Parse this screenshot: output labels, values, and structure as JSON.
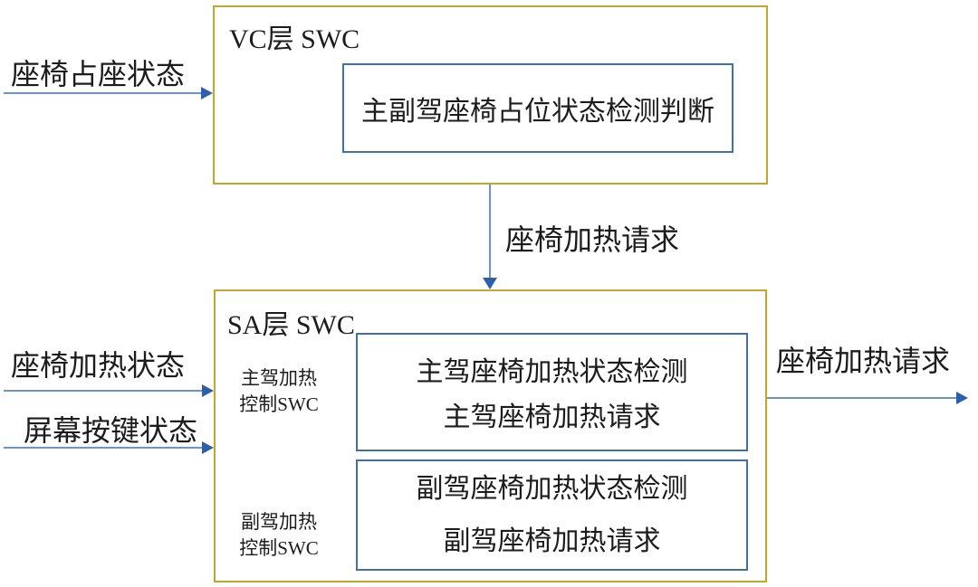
{
  "vc_box": {
    "title": "VC层 SWC",
    "component": "主副驾座椅占位状态检测判断"
  },
  "sa_box": {
    "title": "SA层 SWC",
    "driver_swc_label": {
      "line1": "主驾加热",
      "line2": "控制SWC"
    },
    "driver_component": {
      "line1": "主驾座椅加热状态检测",
      "line2": "主驾座椅加热请求"
    },
    "passenger_swc_label": {
      "line1": "副驾加热",
      "line2": "控制SWC"
    },
    "passenger_component": {
      "line1": "副驾座椅加热状态检测",
      "line2": "副驾座椅加热请求"
    }
  },
  "signals": {
    "seat_occupancy_status": "座椅占座状态",
    "seat_heating_request_vc_to_sa": "座椅加热请求",
    "seat_heating_status": "座椅加热状态",
    "screen_button_status": "屏幕按键状态",
    "seat_heating_request_out": "座椅加热请求"
  },
  "colors": {
    "outer_box_border": "#c7a42c",
    "inner_box_border": "#41719c",
    "arrow_line": "#6d94ca",
    "arrow_head": "#2e5fae",
    "text": "#1c1c1c",
    "background": "#ffffff"
  }
}
